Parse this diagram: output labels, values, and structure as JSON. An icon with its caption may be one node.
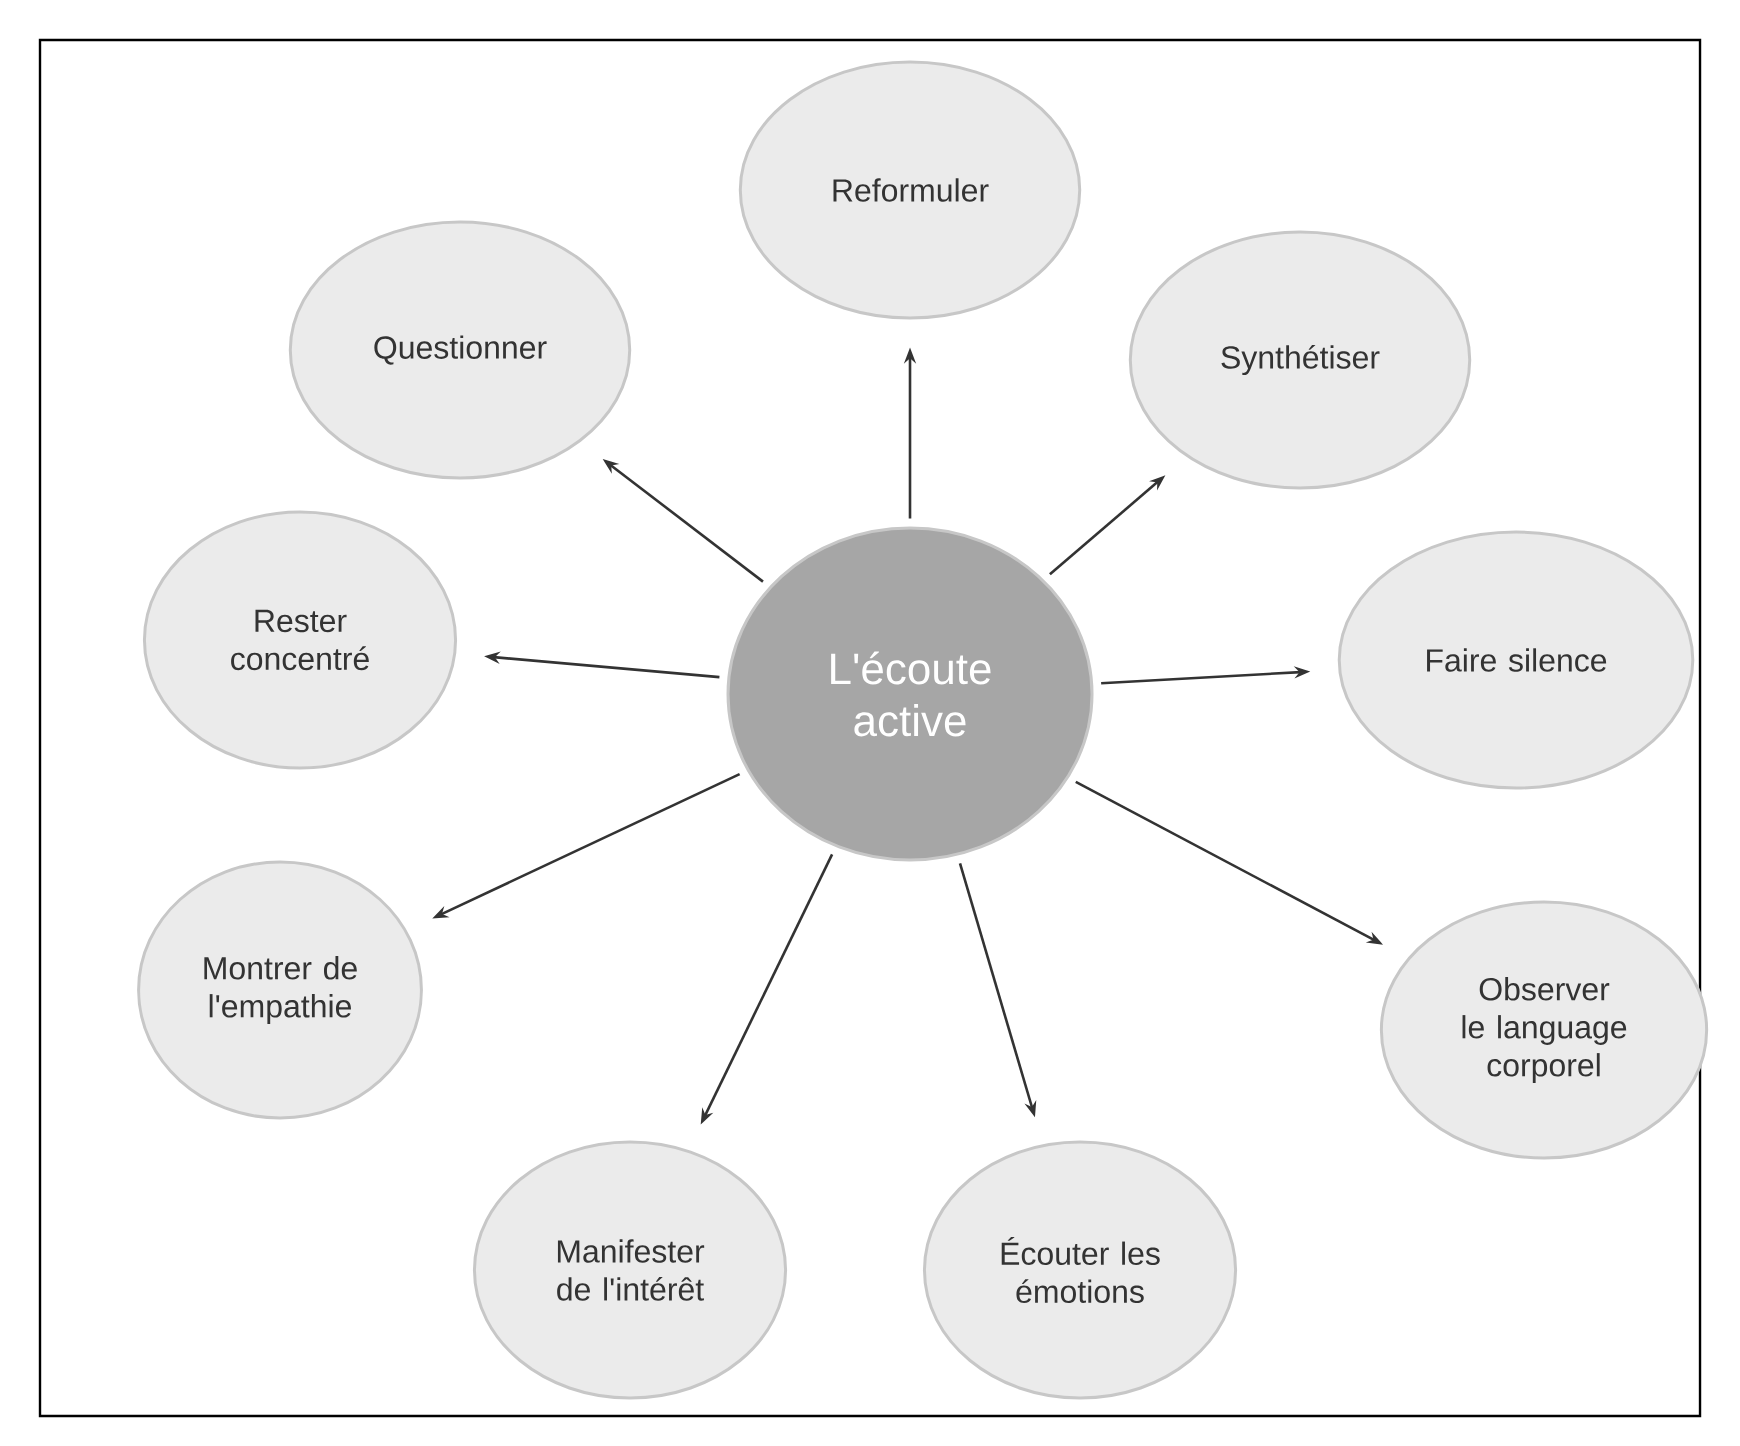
{
  "diagram": {
    "nodes": [
      {
        "text": [
          "L'écoute active"
        ]
      },
      {
        "text": [
          "Reformuler"
        ]
      },
      {
        "text": [
          "Synthétiser"
        ]
      },
      {
        "text": [
          "Faire silence"
        ]
      },
      {
        "text": [
          "Observer le language corporel"
        ]
      },
      {
        "text": [
          "Écouter les émotions"
        ]
      },
      {
        "text": [
          "Manifester de l'intérêt"
        ]
      },
      {
        "text": [
          "Montrer de l'empathie"
        ]
      },
      {
        "text": [
          "Rester concentré"
        ]
      },
      {
        "text": [
          "Questionner"
        ]
      }
    ],
    "edges": [
      {
        "from": 0,
        "to": 1,
        "arrow": "to"
      },
      {
        "from": 0,
        "to": 2,
        "arrow": "to"
      },
      {
        "from": 0,
        "to": 3,
        "arrow": "to"
      },
      {
        "from": 0,
        "to": 4,
        "arrow": "to"
      },
      {
        "from": 0,
        "to": 5,
        "arrow": "to"
      },
      {
        "from": 0,
        "to": 6,
        "arrow": "to"
      },
      {
        "from": 0,
        "to": 7,
        "arrow": "to"
      },
      {
        "from": 0,
        "to": 8,
        "arrow": "to"
      },
      {
        "from": 0,
        "to": 9,
        "arrow": "to"
      }
    ]
  }
}
